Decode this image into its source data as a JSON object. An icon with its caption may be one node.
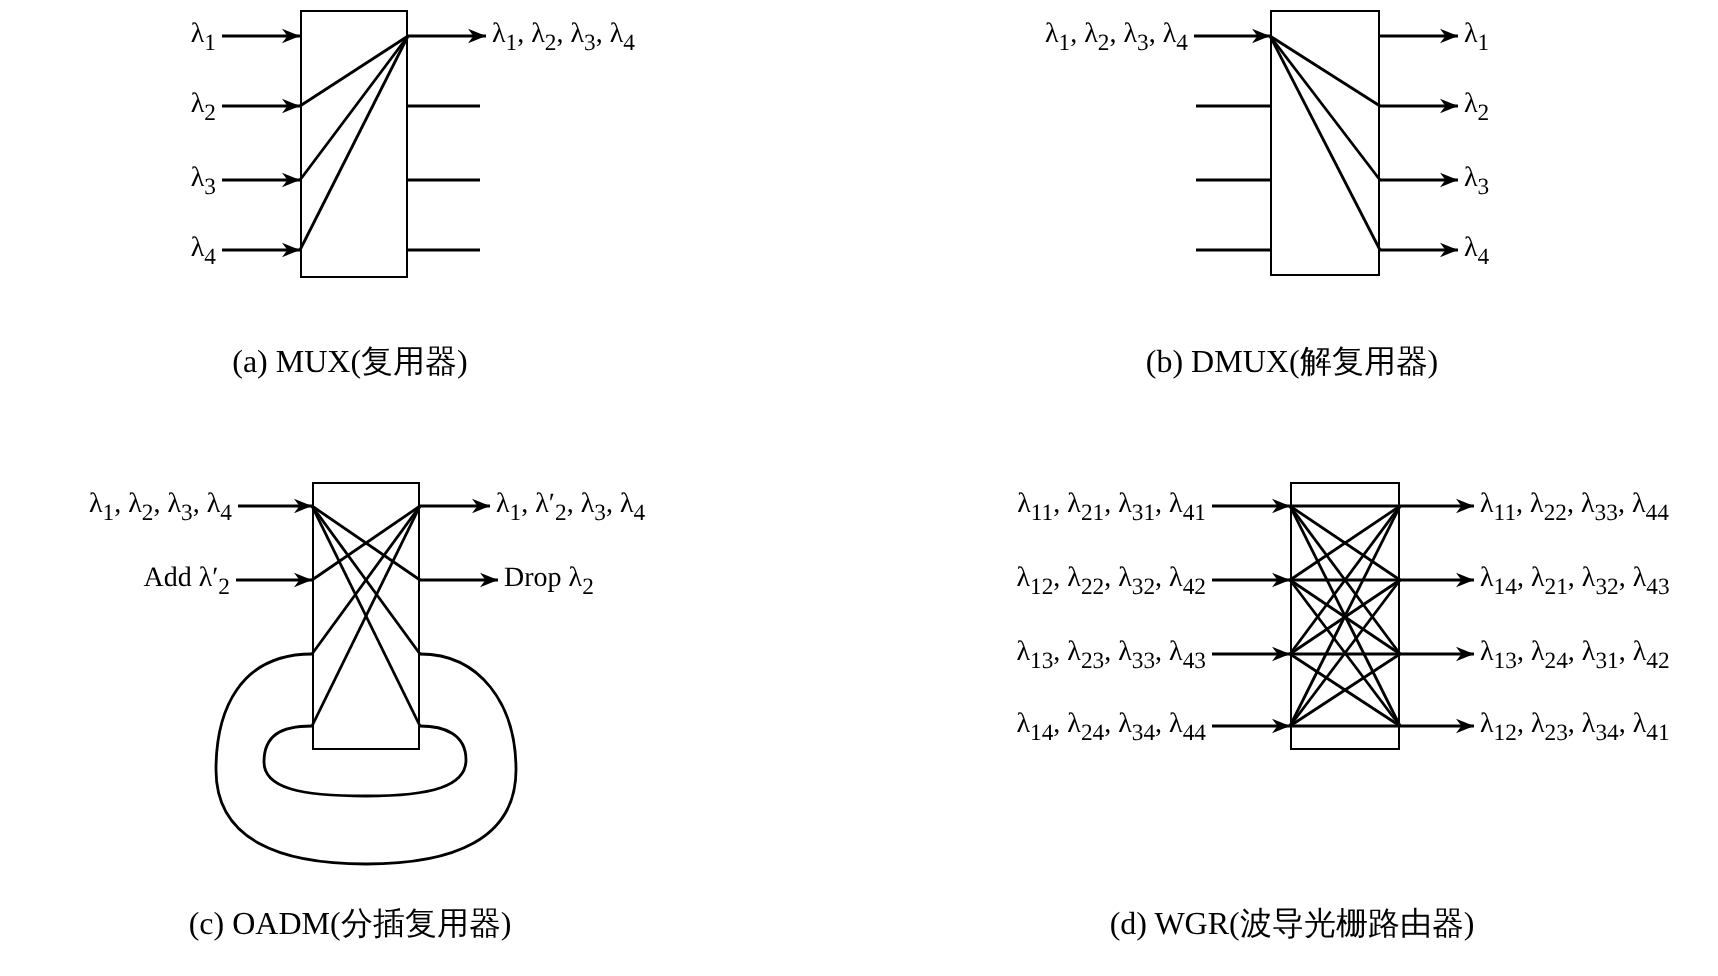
{
  "diagram": {
    "nodes": [
      {
        "text": [],
        "shape": "box"
      },
      {
        "text": [
          "λ$_{1}$"
        ]
      },
      {
        "text": [
          "λ$_{2}$"
        ]
      },
      {
        "text": [
          "λ$_{3}$"
        ]
      },
      {
        "text": [
          "λ$_{4}$"
        ]
      },
      {
        "text": [
          "λ$_{1}$, λ$_{2}$, λ$_{3}$, λ$_{4}$"
        ]
      },
      {
        "text": [],
        "shape": "box"
      },
      {
        "text": [
          "λ$_{1}$, λ$_{2}$, λ$_{3}$, λ$_{4}$"
        ]
      },
      {
        "text": [
          "λ$_{1}$"
        ]
      },
      {
        "text": [
          "λ$_{2}$"
        ]
      },
      {
        "text": [
          "λ$_{3}$"
        ]
      },
      {
        "text": [
          "λ$_{4}$"
        ]
      },
      {
        "text": [],
        "shape": "box"
      },
      {
        "text": [
          "λ$_{1}$, λ$_{2}$, λ$_{3}$, λ$_{4}$"
        ]
      },
      {
        "text": [
          "Add λ′$_{2}$"
        ]
      },
      {
        "text": [
          "λ$_{1}$, λ′$_{2}$, λ$_{3}$, λ$_{4}$"
        ]
      },
      {
        "text": [
          "Drop λ$_{2}$"
        ]
      },
      {
        "text": [],
        "shape": "box"
      },
      {
        "text": [
          "λ$_{11}$, λ$_{21}$, λ$_{31}$, λ$_{41}$"
        ]
      },
      {
        "text": [
          "λ$_{12}$, λ$_{22}$, λ$_{32}$, λ$_{42}$"
        ]
      },
      {
        "text": [
          "λ$_{13}$, λ$_{23}$, λ$_{33}$, λ$_{43}$"
        ]
      },
      {
        "text": [
          "λ$_{14}$, λ$_{24}$, λ$_{34}$, λ$_{44}$"
        ]
      },
      {
        "text": [
          "λ$_{11}$, λ$_{22}$, λ$_{33}$, λ$_{44}$"
        ]
      },
      {
        "text": [
          "λ$_{14}$, λ$_{21}$, λ$_{32}$, λ$_{43}$"
        ]
      },
      {
        "text": [
          "λ$_{13}$, λ$_{24}$, λ$_{31}$, λ$_{42}$"
        ]
      },
      {
        "text": [
          "λ$_{12}$, λ$_{23}$, λ$_{34}$, λ$_{41}$"
        ]
      }
    ],
    "edges": [
      {
        "from": 1,
        "to": 0,
        "arrow": "to"
      },
      {
        "from": 2,
        "to": 0,
        "arrow": "to"
      },
      {
        "from": 3,
        "to": 0,
        "arrow": "to"
      },
      {
        "from": 4,
        "to": 0,
        "arrow": "to"
      },
      {
        "from": 0,
        "to": 5,
        "arrow": "to"
      },
      {
        "from": 0,
        "to": null,
        "arrow": "none"
      },
      {
        "from": 0,
        "to": null,
        "arrow": "none"
      },
      {
        "from": 0,
        "to": null,
        "arrow": "none"
      },
      {
        "from": 7,
        "to": 6,
        "arrow": "to"
      },
      {
        "from": null,
        "to": 6,
        "arrow": "none"
      },
      {
        "from": null,
        "to": 6,
        "arrow": "none"
      },
      {
        "from": null,
        "to": 6,
        "arrow": "none"
      },
      {
        "from": 6,
        "to": 8,
        "arrow": "to"
      },
      {
        "from": 6,
        "to": 9,
        "arrow": "to"
      },
      {
        "from": 6,
        "to": 10,
        "arrow": "to"
      },
      {
        "from": 6,
        "to": 11,
        "arrow": "to"
      },
      {
        "from": 13,
        "to": 12,
        "arrow": "to"
      },
      {
        "from": 14,
        "to": 12,
        "arrow": "to"
      },
      {
        "from": 12,
        "to": 15,
        "arrow": "to"
      },
      {
        "from": 12,
        "to": 16,
        "arrow": "to"
      },
      {
        "from": 18,
        "to": 17,
        "arrow": "to"
      },
      {
        "from": 19,
        "to": 17,
        "arrow": "to"
      },
      {
        "from": 20,
        "to": 17,
        "arrow": "to"
      },
      {
        "from": 21,
        "to": 17,
        "arrow": "to"
      },
      {
        "from": 17,
        "to": 22,
        "arrow": "to"
      },
      {
        "from": 17,
        "to": 23,
        "arrow": "to"
      },
      {
        "from": 17,
        "to": 24,
        "arrow": "to"
      },
      {
        "from": 17,
        "to": 25,
        "arrow": "to"
      }
    ],
    "labels": [
      "(a) MUX(复用器)",
      "(b) DMUX(解复用器)",
      "(c) OADM(分插复用器)",
      "(d) WGR(波导光栅路由器)"
    ]
  }
}
